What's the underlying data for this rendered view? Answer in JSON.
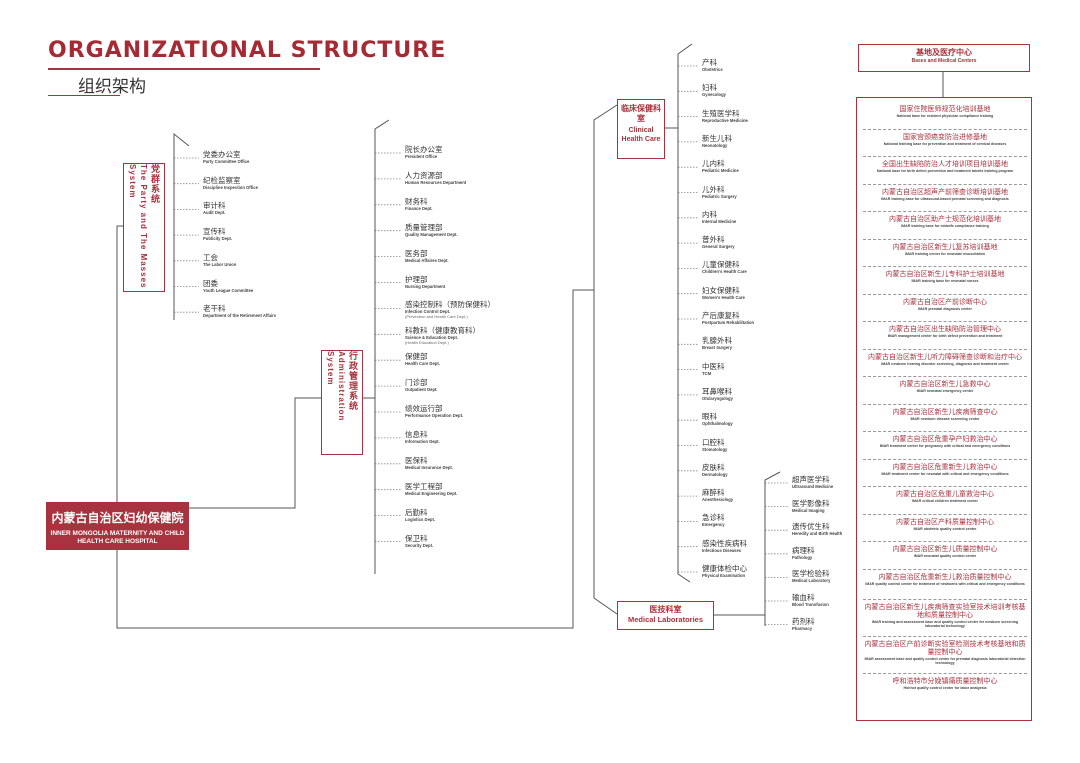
{
  "title": {
    "en": "ORGANIZATIONAL STRUCTURE",
    "zh": "组织架构"
  },
  "root": {
    "zh": "内蒙古自治区妇幼保健院",
    "en": "INNER MONGOLIA MATERNITY AND CHILD HEALTH CARE HOSPITAL"
  },
  "colors": {
    "accent": "#a8323d",
    "line": "#555555",
    "text": "#333333"
  },
  "party": {
    "title_zh": "党群系统",
    "title_en": "The Party and The Masses System",
    "items": [
      {
        "zh": "党委办公室",
        "en": "Party Committee Office"
      },
      {
        "zh": "纪检监察室",
        "en": "Discipline Inspection Office"
      },
      {
        "zh": "审计科",
        "en": "Audit Dept."
      },
      {
        "zh": "宣传科",
        "en": "Publicity Dept."
      },
      {
        "zh": "工会",
        "en": "The Labor Union"
      },
      {
        "zh": "团委",
        "en": "Youth League Committee"
      },
      {
        "zh": "老干科",
        "en": "Department of the Retirement Affairs"
      }
    ]
  },
  "admin": {
    "title_zh": "行政管理系统",
    "title_en": "Administration System",
    "items": [
      {
        "zh": "院长办公室",
        "en": "President Office",
        "sub": ""
      },
      {
        "zh": "人力资源部",
        "en": "Human Resources Department",
        "sub": ""
      },
      {
        "zh": "财务科",
        "en": "Finance Dept.",
        "sub": ""
      },
      {
        "zh": "质量管理部",
        "en": "Quality Management Dept.",
        "sub": ""
      },
      {
        "zh": "医务部",
        "en": "Medical Affaires Dept.",
        "sub": ""
      },
      {
        "zh": "护理部",
        "en": "Nursing Department",
        "sub": ""
      },
      {
        "zh": "感染控制科（预防保健科）",
        "en": "Infection Control Dept.",
        "sub": "(Prevention and Health Care Dept.)"
      },
      {
        "zh": "科教科（健康教育科）",
        "en": "Science & Education Dept.",
        "sub": "(Health Education Dept.)"
      },
      {
        "zh": "保健部",
        "en": "Health Care Dept.",
        "sub": ""
      },
      {
        "zh": "门诊部",
        "en": "Outpatient Dept.",
        "sub": ""
      },
      {
        "zh": "绩效运行部",
        "en": "Performance Operation Dept.",
        "sub": ""
      },
      {
        "zh": "信息科",
        "en": "Information Dept.",
        "sub": ""
      },
      {
        "zh": "医保科",
        "en": "Medical Insurance Dept.",
        "sub": ""
      },
      {
        "zh": "医学工程部",
        "en": "Medical Engineering Dept.",
        "sub": ""
      },
      {
        "zh": "后勤科",
        "en": "Logistics Dept.",
        "sub": ""
      },
      {
        "zh": "保卫科",
        "en": "Security Dept.",
        "sub": ""
      }
    ]
  },
  "clinical": {
    "title_zh": "临床保健科室",
    "title_en": "Clinical Health Care",
    "items": [
      {
        "zh": "产科",
        "en": "Obstetrics"
      },
      {
        "zh": "妇科",
        "en": "Gynecology"
      },
      {
        "zh": "生殖医学科",
        "en": "Reproductive Medicine"
      },
      {
        "zh": "新生儿科",
        "en": "Neonatology"
      },
      {
        "zh": "儿内科",
        "en": "Pediatric Medicine"
      },
      {
        "zh": "儿外科",
        "en": "Pediatric Surgery"
      },
      {
        "zh": "内科",
        "en": "Internal Medicine"
      },
      {
        "zh": "普外科",
        "en": "General Surgery"
      },
      {
        "zh": "儿童保健科",
        "en": "Children's Health Care"
      },
      {
        "zh": "妇女保健科",
        "en": "Women's Health Care"
      },
      {
        "zh": "产后康复科",
        "en": "Postpartum Rehabilitation"
      },
      {
        "zh": "乳腺外科",
        "en": "Breast Surgery"
      },
      {
        "zh": "中医科",
        "en": "TCM"
      },
      {
        "zh": "耳鼻喉科",
        "en": "Otolaryngology"
      },
      {
        "zh": "眼科",
        "en": "Ophthalmology"
      },
      {
        "zh": "口腔科",
        "en": "Stomatology"
      },
      {
        "zh": "皮肤科",
        "en": "Dermatology"
      },
      {
        "zh": "麻醉科",
        "en": "Anesthesiology"
      },
      {
        "zh": "急诊科",
        "en": "Emergency"
      },
      {
        "zh": "感染性疾病科",
        "en": "Infectious Diseases"
      },
      {
        "zh": "健康体检中心",
        "en": "Physical Examination"
      }
    ]
  },
  "labs": {
    "title_zh": "医技科室",
    "title_en": "Medical Laboratories",
    "items": [
      {
        "zh": "超声医学科",
        "en": "Ultrasound Medicine"
      },
      {
        "zh": "医学影像科",
        "en": "Medical Imaging"
      },
      {
        "zh": "遗传优生科",
        "en": "Heredity and Birth Health"
      },
      {
        "zh": "病理科",
        "en": "Pathology"
      },
      {
        "zh": "医学检验科",
        "en": "Medical Laboratory"
      },
      {
        "zh": "输血科",
        "en": "Blood Transfusion"
      },
      {
        "zh": "药剂科",
        "en": "Pharmacy"
      }
    ]
  },
  "bases": {
    "title_zh": "基地及医疗中心",
    "title_en": "Bases and Medical Centers",
    "items": [
      {
        "zh": "国家住院医师规范化培训基地",
        "en": "National base for resident physician compliance training"
      },
      {
        "zh": "国家宫颈癌变防治进修基地",
        "en": "National training base for prevention and treatment of cervical diseases"
      },
      {
        "zh": "全国出生缺陷防治人才培训项目培训基地",
        "en": "National base for birth defect prevention and treatment talents training program"
      },
      {
        "zh": "内蒙古自治区超声产前筛查诊断培训基地",
        "en": "IMAR training base for ultrasound-based prenatal screening and diagnosis"
      },
      {
        "zh": "内蒙古自治区助产士规范化培训基地",
        "en": "IMAR training base for midwife compliance training"
      },
      {
        "zh": "内蒙古自治区新生儿复苏培训基地",
        "en": "IMAR training center for neonatal resuscitation"
      },
      {
        "zh": "内蒙古自治区新生儿专科护士培训基地",
        "en": "IMAR training base for neonatal nurses"
      },
      {
        "zh": "内蒙古自治区产前诊断中心",
        "en": "IMAR prenatal diagnosis center"
      },
      {
        "zh": "内蒙古自治区出生缺陷防治管理中心",
        "en": "IMAR management center for birth defect prevention and treatment"
      },
      {
        "zh": "内蒙古自治区新生儿听力障碍筛查诊断和治疗中心",
        "en": "IMAR newborn hearing disorder screening, diagnosis and treatment center"
      },
      {
        "zh": "内蒙古自治区新生儿急救中心",
        "en": "IMAR neonatal emergency center"
      },
      {
        "zh": "内蒙古自治区新生儿疾病筛查中心",
        "en": "IMAR newborn disease screening center"
      },
      {
        "zh": "内蒙古自治区危重孕产妇救治中心",
        "en": "IMAR treatment center for pregnancy with critical and emergency conditions"
      },
      {
        "zh": "内蒙古自治区危重新生儿救治中心",
        "en": "IMAR treatment center for neonatal with critical and emergency conditions"
      },
      {
        "zh": "内蒙古自治区危重儿童救治中心",
        "en": "IMAR critical children treatment center"
      },
      {
        "zh": "内蒙古自治区产科质量控制中心",
        "en": "IMAR obstetric quality control center"
      },
      {
        "zh": "内蒙古自治区新生儿质量控制中心",
        "en": "IMAR neonatal quality control center"
      },
      {
        "zh": "内蒙古自治区危重新生儿救治质量控制中心",
        "en": "IMAR quality control center for treatment of newborns with critical and emergency conditions"
      },
      {
        "zh": "内蒙古自治区新生儿疾病筛查实验室技术培训考核基地和质量控制中心",
        "en": "IMAR training and assessment base and quality control center for newborn screening laboratorial technology"
      },
      {
        "zh": "内蒙古自治区产前诊断实验室检测技术考核基地和质量控制中心",
        "en": "IMAR assessment base and quality control center for prenatal diagnosis laboratorial detection technology"
      },
      {
        "zh": "呼和浩特市分娩镇痛质量控制中心",
        "en": "Hohhot quality control center for labor analgesia"
      }
    ]
  }
}
